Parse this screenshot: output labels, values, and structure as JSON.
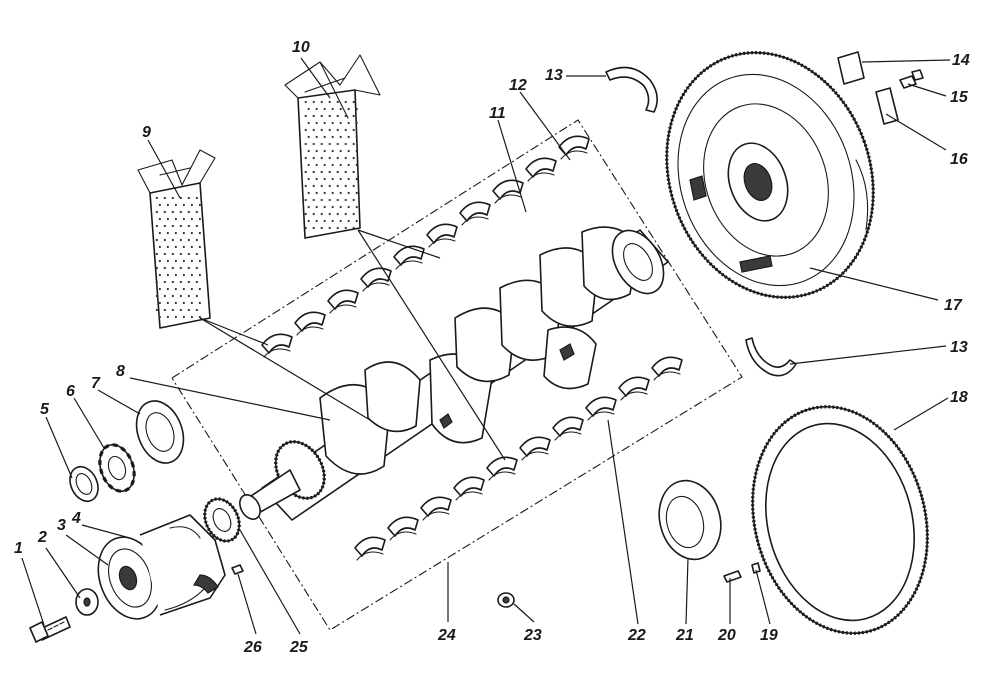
{
  "callouts": {
    "c1": "1",
    "c2": "2",
    "c3": "3",
    "c4": "4",
    "c5": "5",
    "c6": "6",
    "c7": "7",
    "c8": "8",
    "c9": "9",
    "c10": "10",
    "c11": "11",
    "c12": "12",
    "c13a": "13",
    "c13b": "13",
    "c14": "14",
    "c15": "15",
    "c16": "16",
    "c17": "17",
    "c18": "18",
    "c19": "19",
    "c20": "20",
    "c21": "21",
    "c22": "22",
    "c23": "23",
    "c24": "24",
    "c25": "25",
    "c26": "26"
  }
}
